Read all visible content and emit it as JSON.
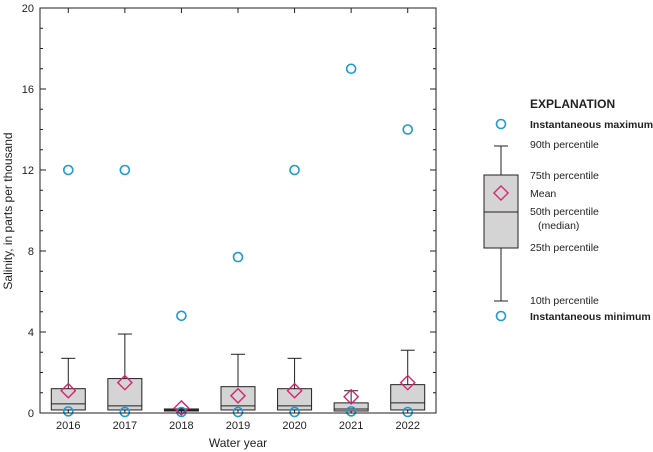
{
  "chart_data": {
    "type": "box",
    "xlabel": "Water year",
    "ylabel": "Salinity, in parts per thousand",
    "ylim": [
      0,
      20
    ],
    "yticks": [
      "0",
      "4",
      "8",
      "12",
      "16",
      "20"
    ],
    "categories": [
      "2016",
      "2017",
      "2018",
      "2019",
      "2020",
      "2021",
      "2022"
    ],
    "series": [
      {
        "year": "2016",
        "min": 0.08,
        "p10": 0.1,
        "p25": 0.15,
        "median": 0.45,
        "p75": 1.2,
        "p90": 2.7,
        "mean": 1.1,
        "max": 12.0
      },
      {
        "year": "2017",
        "min": 0.05,
        "p10": 0.1,
        "p25": 0.15,
        "median": 0.35,
        "p75": 1.7,
        "p90": 3.9,
        "mean": 1.5,
        "max": 12.0
      },
      {
        "year": "2018",
        "min": 0.05,
        "p10": 0.1,
        "p25": 0.1,
        "median": 0.15,
        "p75": 0.2,
        "p90": 0.2,
        "mean": 0.25,
        "max": 4.8
      },
      {
        "year": "2019",
        "min": 0.05,
        "p10": 0.1,
        "p25": 0.15,
        "median": 0.35,
        "p75": 1.3,
        "p90": 2.9,
        "mean": 0.85,
        "max": 7.7
      },
      {
        "year": "2020",
        "min": 0.05,
        "p10": 0.1,
        "p25": 0.15,
        "median": 0.35,
        "p75": 1.2,
        "p90": 2.7,
        "mean": 1.1,
        "max": 12.0
      },
      {
        "year": "2021",
        "min": 0.08,
        "p10": 0.1,
        "p25": 0.1,
        "median": 0.2,
        "p75": 0.5,
        "p90": 1.1,
        "mean": 0.8,
        "max": 17.0
      },
      {
        "year": "2022",
        "min": 0.05,
        "p10": 0.1,
        "p25": 0.15,
        "median": 0.5,
        "p75": 1.4,
        "p90": 3.1,
        "mean": 1.5,
        "max": 14.0
      }
    ],
    "colors": {
      "box_fill": "#d4d4d4",
      "line": "#231f20",
      "marker_circle": "#1c9ad6",
      "marker_mean": "#d6246e"
    }
  },
  "legend": {
    "title": "EXPLANATION",
    "max": "Instantaneous maximum",
    "p90": "90th percentile",
    "p75": "75th percentile",
    "mean": "Mean",
    "median": "50th percentile",
    "median2": "(median)",
    "p25": "25th percentile",
    "p10": "10th percentile",
    "min": "Instantaneous minimum"
  }
}
